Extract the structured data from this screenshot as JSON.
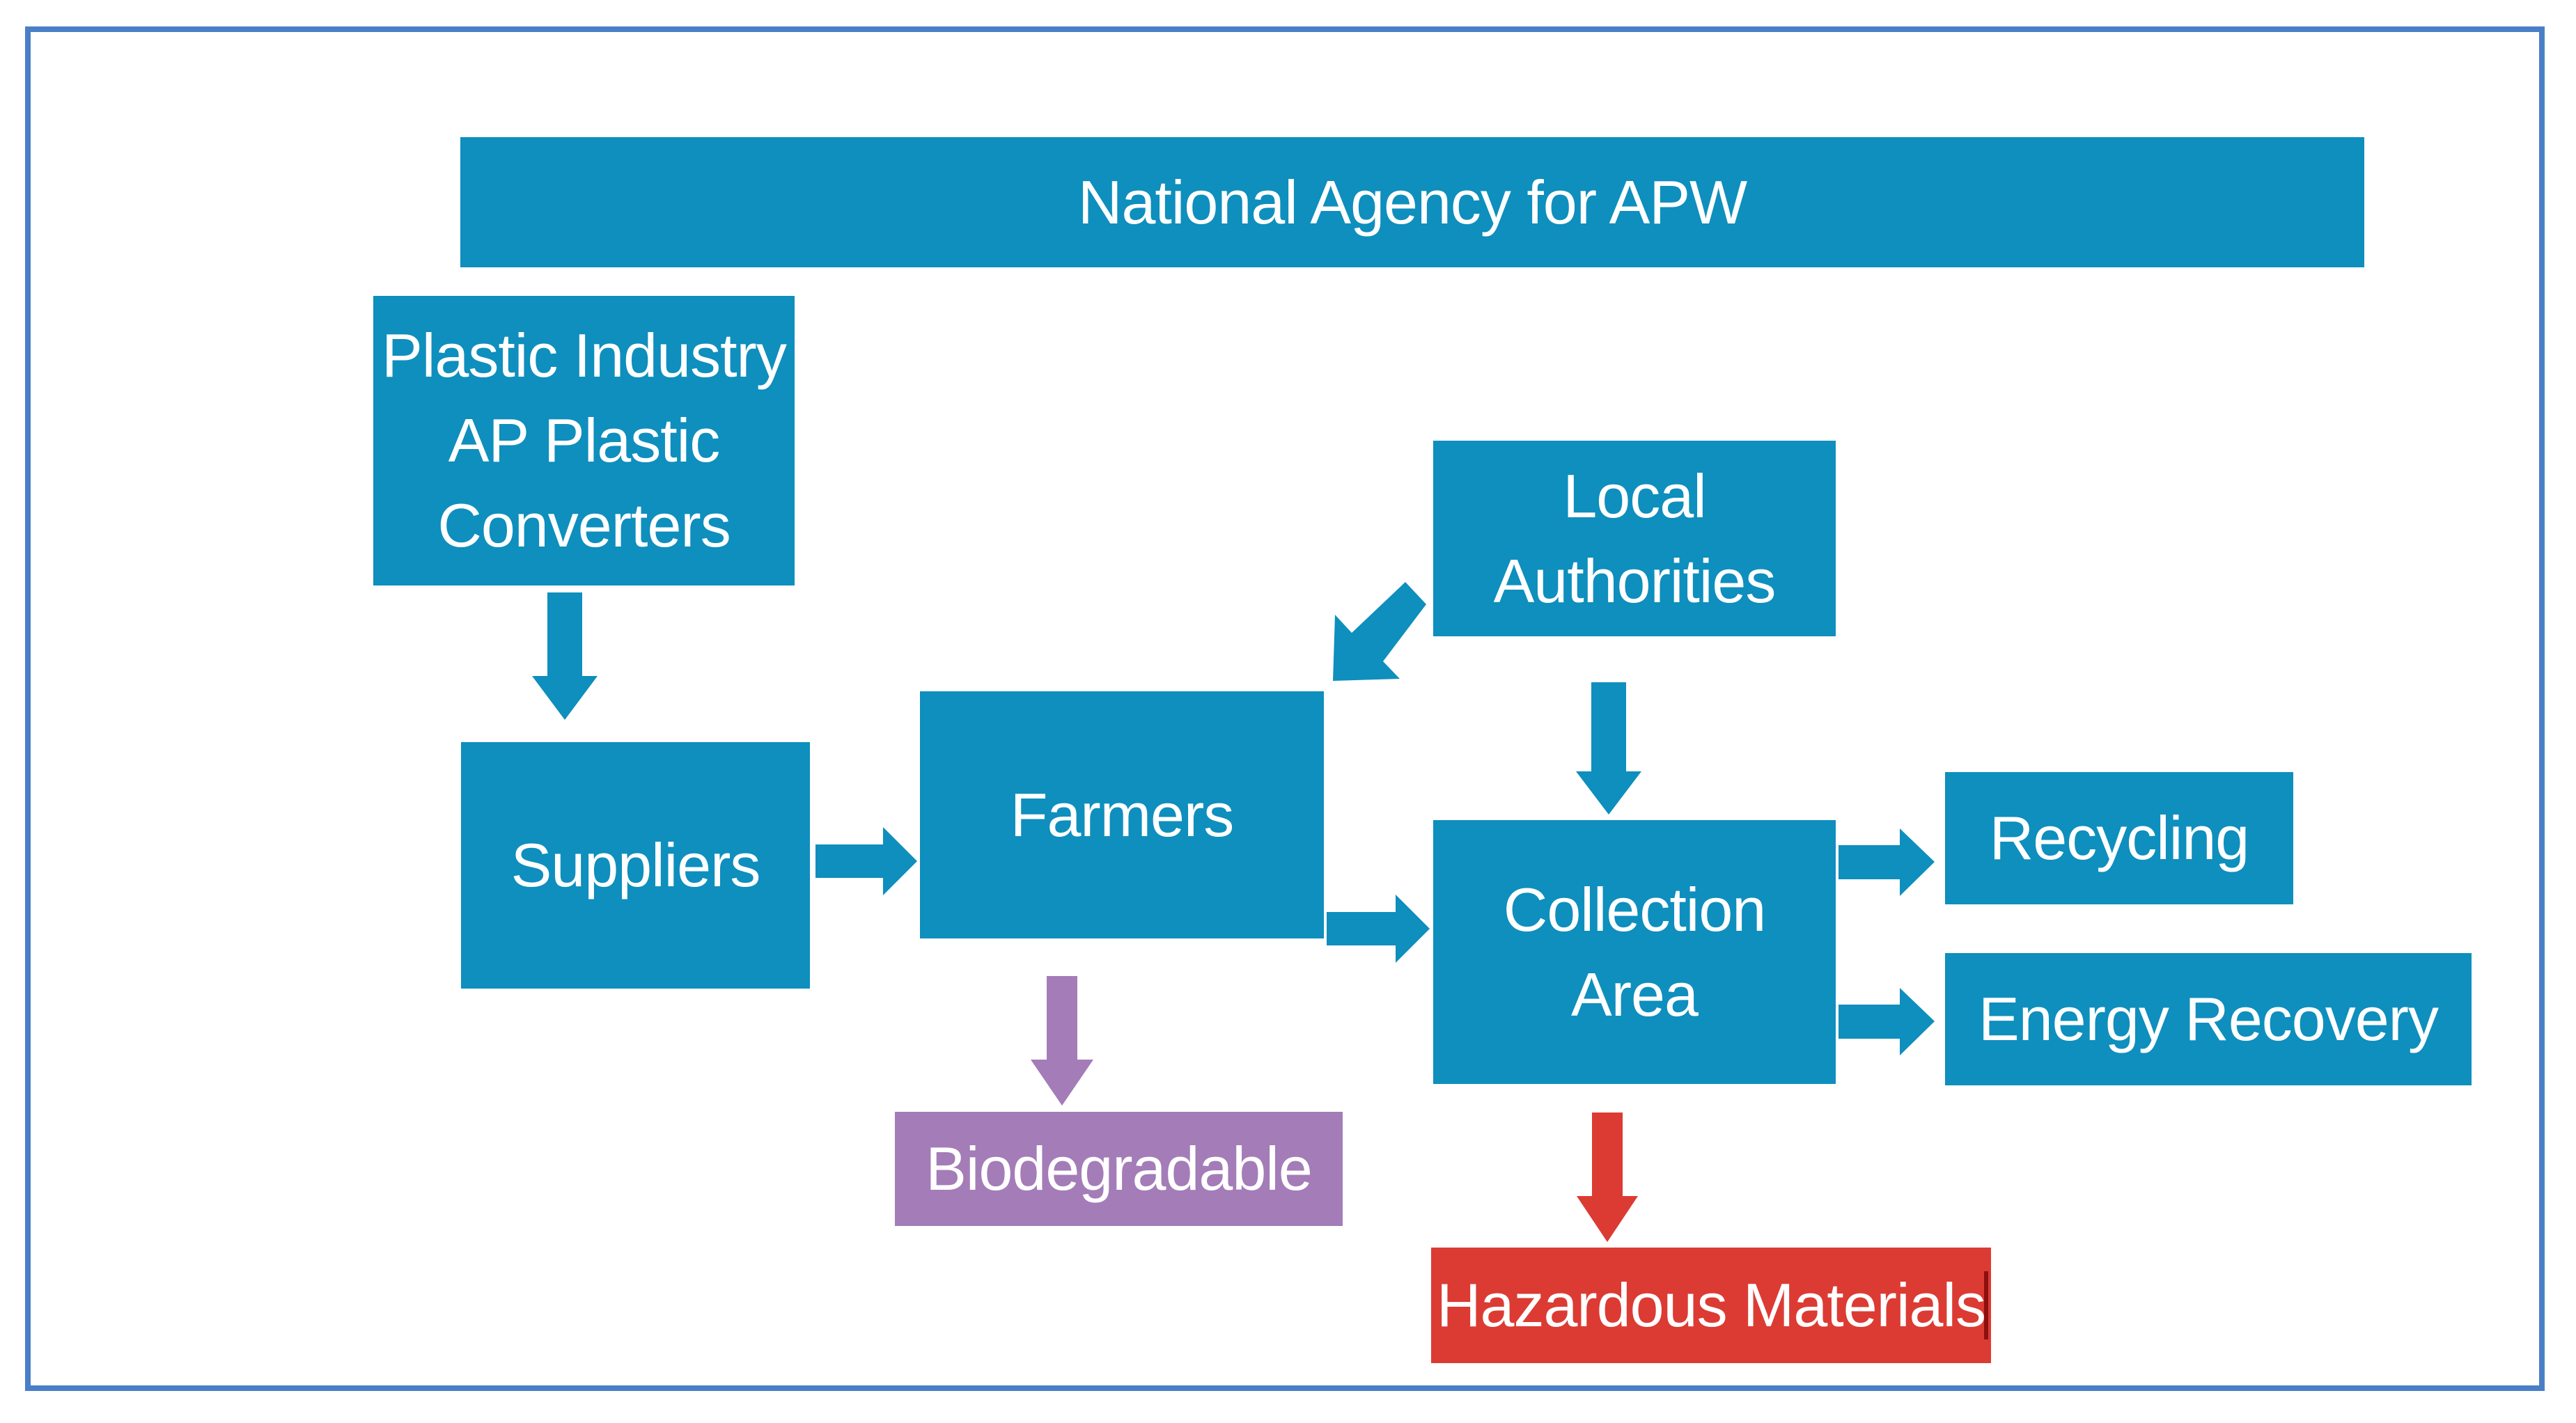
{
  "diagram": {
    "agency": "National Agency for APW",
    "industry": [
      "Plastic Industry",
      "AP Plastic",
      "Converters"
    ],
    "suppliers": "Suppliers",
    "farmers": "Farmers",
    "local_authorities": [
      "Local",
      "Authorities"
    ],
    "collection_area": [
      "Collection",
      "Area"
    ],
    "recycling": "Recycling",
    "energy_recovery": "Energy Recovery",
    "biodegradable": "Biodegradable",
    "hazardous_materials": "Hazardous Materials"
  },
  "colors": {
    "box_blue": "#0e8fbd",
    "biodegradable_purple": "#a47cb8",
    "hazardous_red": "#dc3b33",
    "frame_border": "#4a7fc8"
  }
}
